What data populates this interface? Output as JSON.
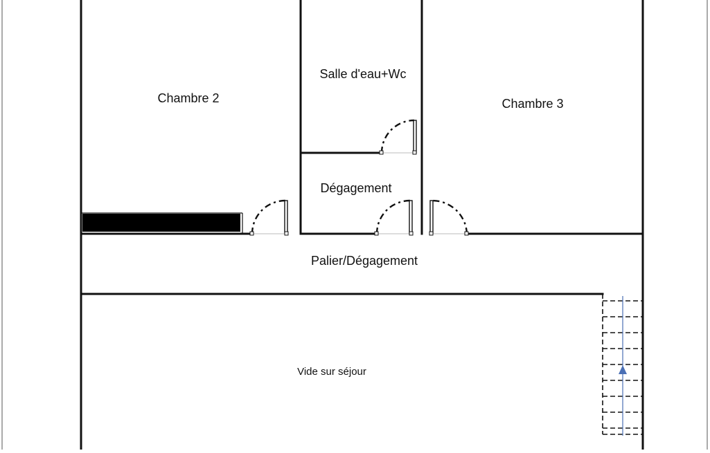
{
  "plan": {
    "rooms": {
      "chambre_2": "Chambre 2",
      "salle_eau": "Salle d'eau+Wc",
      "chambre_3": "Chambre 3",
      "degagement": "Dégagement",
      "palier": "Palier/Dégagement",
      "vide_sejour": "Vide sur séjour"
    },
    "colors": {
      "walls": "#111111",
      "stair_arrow": "#4a6fb5",
      "background": "#ffffff"
    }
  }
}
